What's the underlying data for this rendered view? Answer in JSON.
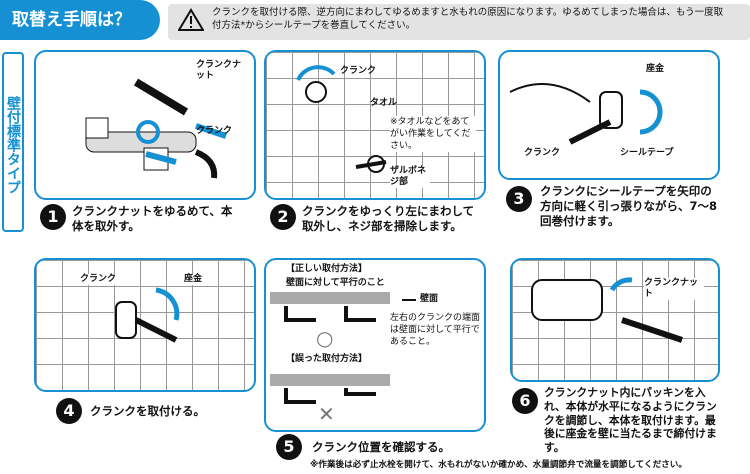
{
  "header": {
    "title": "取替え手順は？",
    "warning_text": "クランクを取付ける際、逆方向にまわしてゆるめますと水もれの原因になります。ゆるめてしまった場合は、もう一度取付方法*からシールテープを巻直してください。"
  },
  "side_label": "壁付標準タイプ",
  "steps": [
    {
      "number": "1",
      "caption": "クランクナットをゆるめて、本体を取外す。",
      "labels": {
        "crank_nut": "クランクナット",
        "crank": "クランク"
      }
    },
    {
      "number": "2",
      "caption": "クランクをゆっくり左にまわして取外し、ネジ部を掃除します。",
      "labels": {
        "crank": "クランク",
        "towel": "タオル",
        "towel_note": "※タオルなどをあてがい作業をしてください。",
        "thread": "ザルボネジ部"
      }
    },
    {
      "number": "3",
      "caption": "クランクにシールテープを矢印の方向に軽く引っ張りながら、7〜8回巻付けます。",
      "labels": {
        "washer": "座金",
        "crank": "クランク",
        "seal_tape": "シールテープ"
      }
    },
    {
      "number": "4",
      "caption": "クランクを取付ける。",
      "labels": {
        "crank": "クランク",
        "washer": "座金"
      }
    },
    {
      "number": "5",
      "caption": "クランク位置を確認する。",
      "labels": {
        "correct_title": "【正しい取付方法】",
        "correct_sub": "壁面に対して平行のこと",
        "wall": "壁面",
        "explain": "左右のクランクの端面は壁面に対して平行であること。",
        "wrong_title": "【誤った取付方法】",
        "ok_mark": "○",
        "ng_mark": "✕"
      }
    },
    {
      "number": "6",
      "caption": "クランクナット内にパッキンを入れ、本体が水平になるようにクランクを調節し、本体を取付けます。最後に座金を壁に当たるまで締付けます。",
      "labels": {
        "crank_nut": "クランクナット"
      }
    }
  ],
  "footer_note": "※作業後は必ず止水栓を開けて、水もれがないか確かめ、水量調節弁で流量を調節してください。",
  "colors": {
    "accent": "#1591d3",
    "warning_bg": "#e3e3e3",
    "arrow": "#1591d3"
  }
}
